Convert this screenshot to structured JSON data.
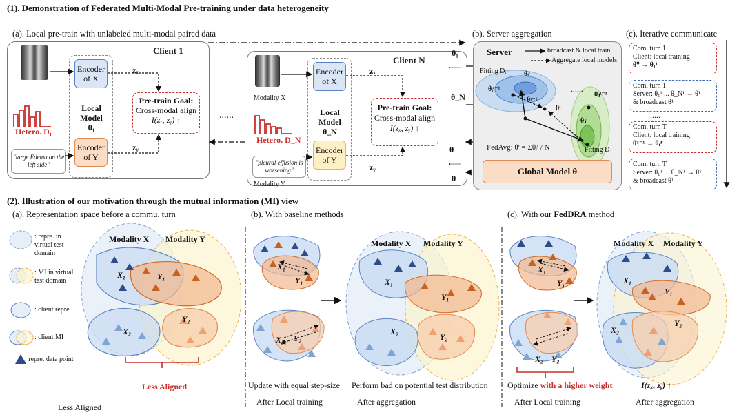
{
  "part1": {
    "title": "(1). Demonstration of Federated Multi-Modal Pre-training under data heterogeneity",
    "a_title": "(a). Local pre-train with unlabeled multi-modal paired data",
    "b_title": "(b). Server aggregation",
    "c_title": "(c). Iterative communicate",
    "client1": {
      "name": "Client 1",
      "encoder_x": "Encoder of X",
      "encoder_y": "Encoder of Y",
      "local_model": "Local Model",
      "theta": "θ₁",
      "hetero": "Hetero. D₁",
      "note": "\"large Edema on the left side\"",
      "zx": "zₓ",
      "zy": "zᵧ",
      "goal_title": "Pre-train Goal:",
      "goal_text": "Cross-modal align",
      "goal_formula": "I(zₓ, zᵧ) ↑"
    },
    "clientN": {
      "name": "Client N",
      "encoder_x": "Encoder of X",
      "encoder_y": "Encoder of Y",
      "local_model": "Local Model",
      "theta": "θ_N",
      "hetero": "Hetero. D_N",
      "note": "\"pleural effusion is worsening\"",
      "modality_x": "Modality X",
      "modality_y": "Modality Y",
      "zx": "zₓ",
      "zy": "zᵧ",
      "goal_title": "Pre-train Goal:",
      "goal_text": "Cross-modal align",
      "goal_formula": "I(zₓ, zᵧ) ↑"
    },
    "dots": "......",
    "arrows": {
      "t1": "θ₁",
      "tN": "θ_N",
      "t": "θ",
      "t2": "θ"
    },
    "server": {
      "title": "Server",
      "legend1": "broadcast & local train",
      "legend2": "Aggregate local models",
      "fitting_i": "Fitting Dᵢ",
      "fitting_j": "Fitting Dⱼ",
      "theta_i_t": "θᵢᵗ",
      "theta_i_t1": "θᵢᵗ⁻¹",
      "theta_t1": "θᵗ⁻¹",
      "theta_t": "θᵗ",
      "theta_j_t1": "θⱼᵗ⁻¹",
      "theta_j_t": "θⱼᵗ",
      "fedavg": "FedAvg: θᵗ = Σθᵢᵗ / N",
      "global": "Global Model θ"
    },
    "turns": [
      {
        "line1": "Com. turn 1",
        "line2": "Client: local training",
        "line3": "θ⁰ → θ₁¹",
        "color": "red"
      },
      {
        "line1": "Com. turn 1",
        "line2": "Server: θ₁¹ ... θ_N¹ → θ¹",
        "line3": "& broadcast θ¹",
        "color": "blue"
      },
      {
        "line1": "Com. turn T",
        "line2": "Client: local training",
        "line3": "θᵀ⁻¹ → θᵢᵀ",
        "color": "red"
      },
      {
        "line1": "Com. turn T",
        "line2": "Server: θ₁ᵀ ... θ_Nᵀ → θᵀ",
        "line3": "& broadcast θᵀ",
        "color": "blue"
      }
    ],
    "turn_dots": "......"
  },
  "part2": {
    "title": "(2). Illustration of our motivation through the mutual information (MI) view",
    "a_title": "(a). Representation space before a commu. turn",
    "b_title": "(b). With baseline methods",
    "c_title_prefix": "(c). With our ",
    "c_title_method": "FedDRA",
    "c_title_suffix": " method",
    "legend": [
      ": repre. in virtual test domain",
      ": MI in virtual test domain",
      ": client repre.",
      ": client MI",
      ": repre. data point"
    ],
    "modality_x": "Modality X",
    "modality_y": "Modality Y",
    "x1": "X₁",
    "y1": "Y₁",
    "x2": "X₂",
    "y2": "Y₂",
    "less_aligned_red": "Less Aligned",
    "less_aligned": "Less Aligned",
    "b_cap1": "Update with equal step-size",
    "b_cap2": "After Local training",
    "b_cap3": "Perform bad on potential test distribution",
    "b_cap4": "After aggregation",
    "c_cap_prefix": "Optimize ",
    "c_cap_red": "with a higher weight",
    "c_cap2": "After Local training",
    "c_cap3": "I(zₓ, zᵧ) ↑",
    "c_cap4": "After aggregation"
  }
}
